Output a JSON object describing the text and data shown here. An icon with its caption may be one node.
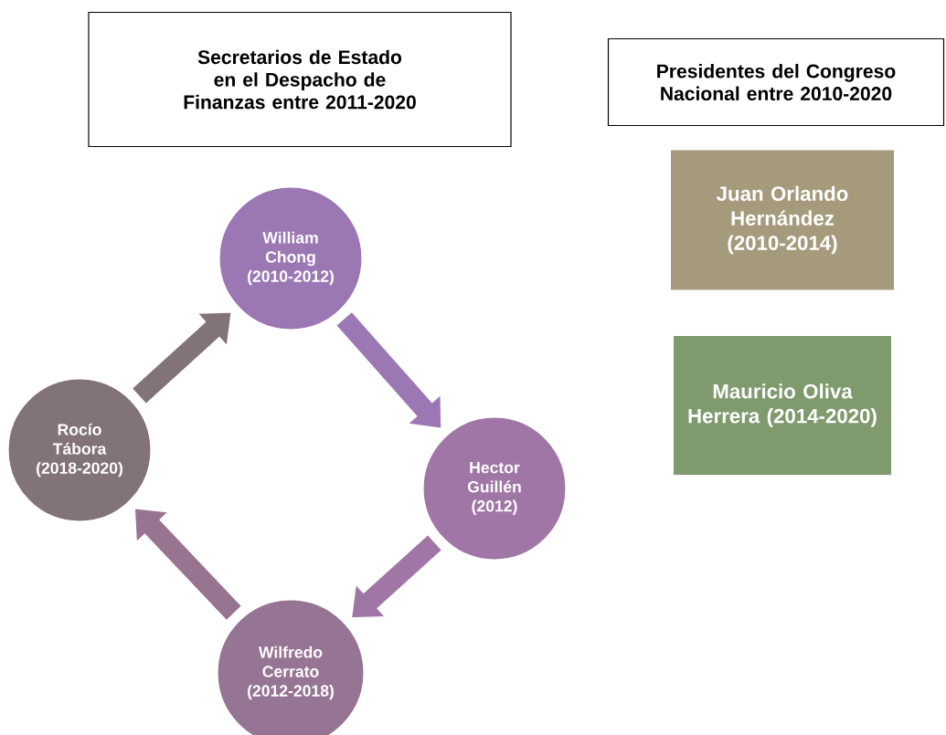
{
  "diagram": {
    "nodes": [
      {
        "text": [
          "Secretarios de Estado en el Despacho de Finanzas entre 2011-2020"
        ]
      },
      {
        "text": [
          "Presidentes del Congreso Nacional entre 2010-2020"
        ]
      },
      {
        "text": [
          "William Chong (2010-2012)"
        ]
      },
      {
        "text": [
          "Hector Guillén (2012)"
        ]
      },
      {
        "text": [
          "Wilfredo Cerrato (2012-2018)"
        ]
      },
      {
        "text": [
          "Rocío Tábora (2018-2020)"
        ]
      },
      {
        "text": [
          "Juan Orlando Hernández (2010-2014)"
        ]
      },
      {
        "text": [
          "Mauricio Oliva Herrera (2014-2020)"
        ]
      }
    ],
    "edges": [
      {
        "from": 2,
        "to": 3,
        "arrow": "to",
        "color": "#9b78b4"
      },
      {
        "from": 3,
        "to": 4,
        "arrow": "to",
        "color": "#a076a6"
      },
      {
        "from": 4,
        "to": 5,
        "arrow": "to",
        "color": "#977490"
      },
      {
        "from": 5,
        "to": 2,
        "arrow": "to",
        "color": "#82737a"
      }
    ]
  }
}
